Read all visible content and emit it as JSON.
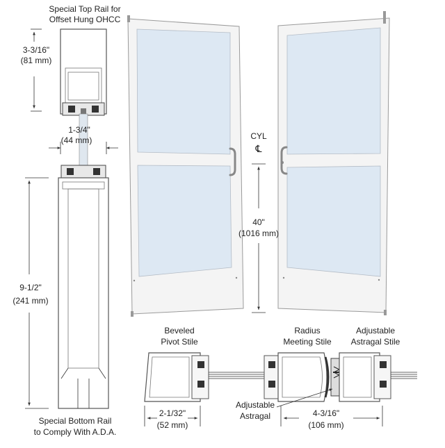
{
  "labels": {
    "top_rail_l1": "Special Top Rail for",
    "top_rail_l2": "Offset Hung OHCC",
    "dim_top_in": "3-3/16\"",
    "dim_top_mm": "(81 mm)",
    "dim_thick_in": "1-3/4\"",
    "dim_thick_mm": "(44 mm)",
    "dim_bottom_in": "9-1/2\"",
    "dim_bottom_mm": "(241 mm)",
    "bottom_rail_l1": "Special Bottom Rail",
    "bottom_rail_l2": "to Comply With A.D.A.",
    "cyl_label": "CYL",
    "cyl_center": "℄",
    "dim_cyl_in": "40\"",
    "dim_cyl_mm": "(1016 mm)",
    "beveled_l1": "Beveled",
    "beveled_l2": "Pivot Stile",
    "radius_l1": "Radius",
    "radius_l2": "Meeting Stile",
    "adj_stile_l1": "Adjustable",
    "adj_stile_l2": "Astragal Stile",
    "dim_pivot_in": "2-1/32\"",
    "dim_pivot_mm": "(52 mm)",
    "adj_astragal_l1": "Adjustable",
    "adj_astragal_l2": "Astragal",
    "dim_meet_in": "4-3/16\"",
    "dim_meet_mm": "(106 mm)"
  },
  "colors": {
    "frame": "#f4f4f4",
    "glass": "#dde8f3",
    "line": "#333333"
  }
}
